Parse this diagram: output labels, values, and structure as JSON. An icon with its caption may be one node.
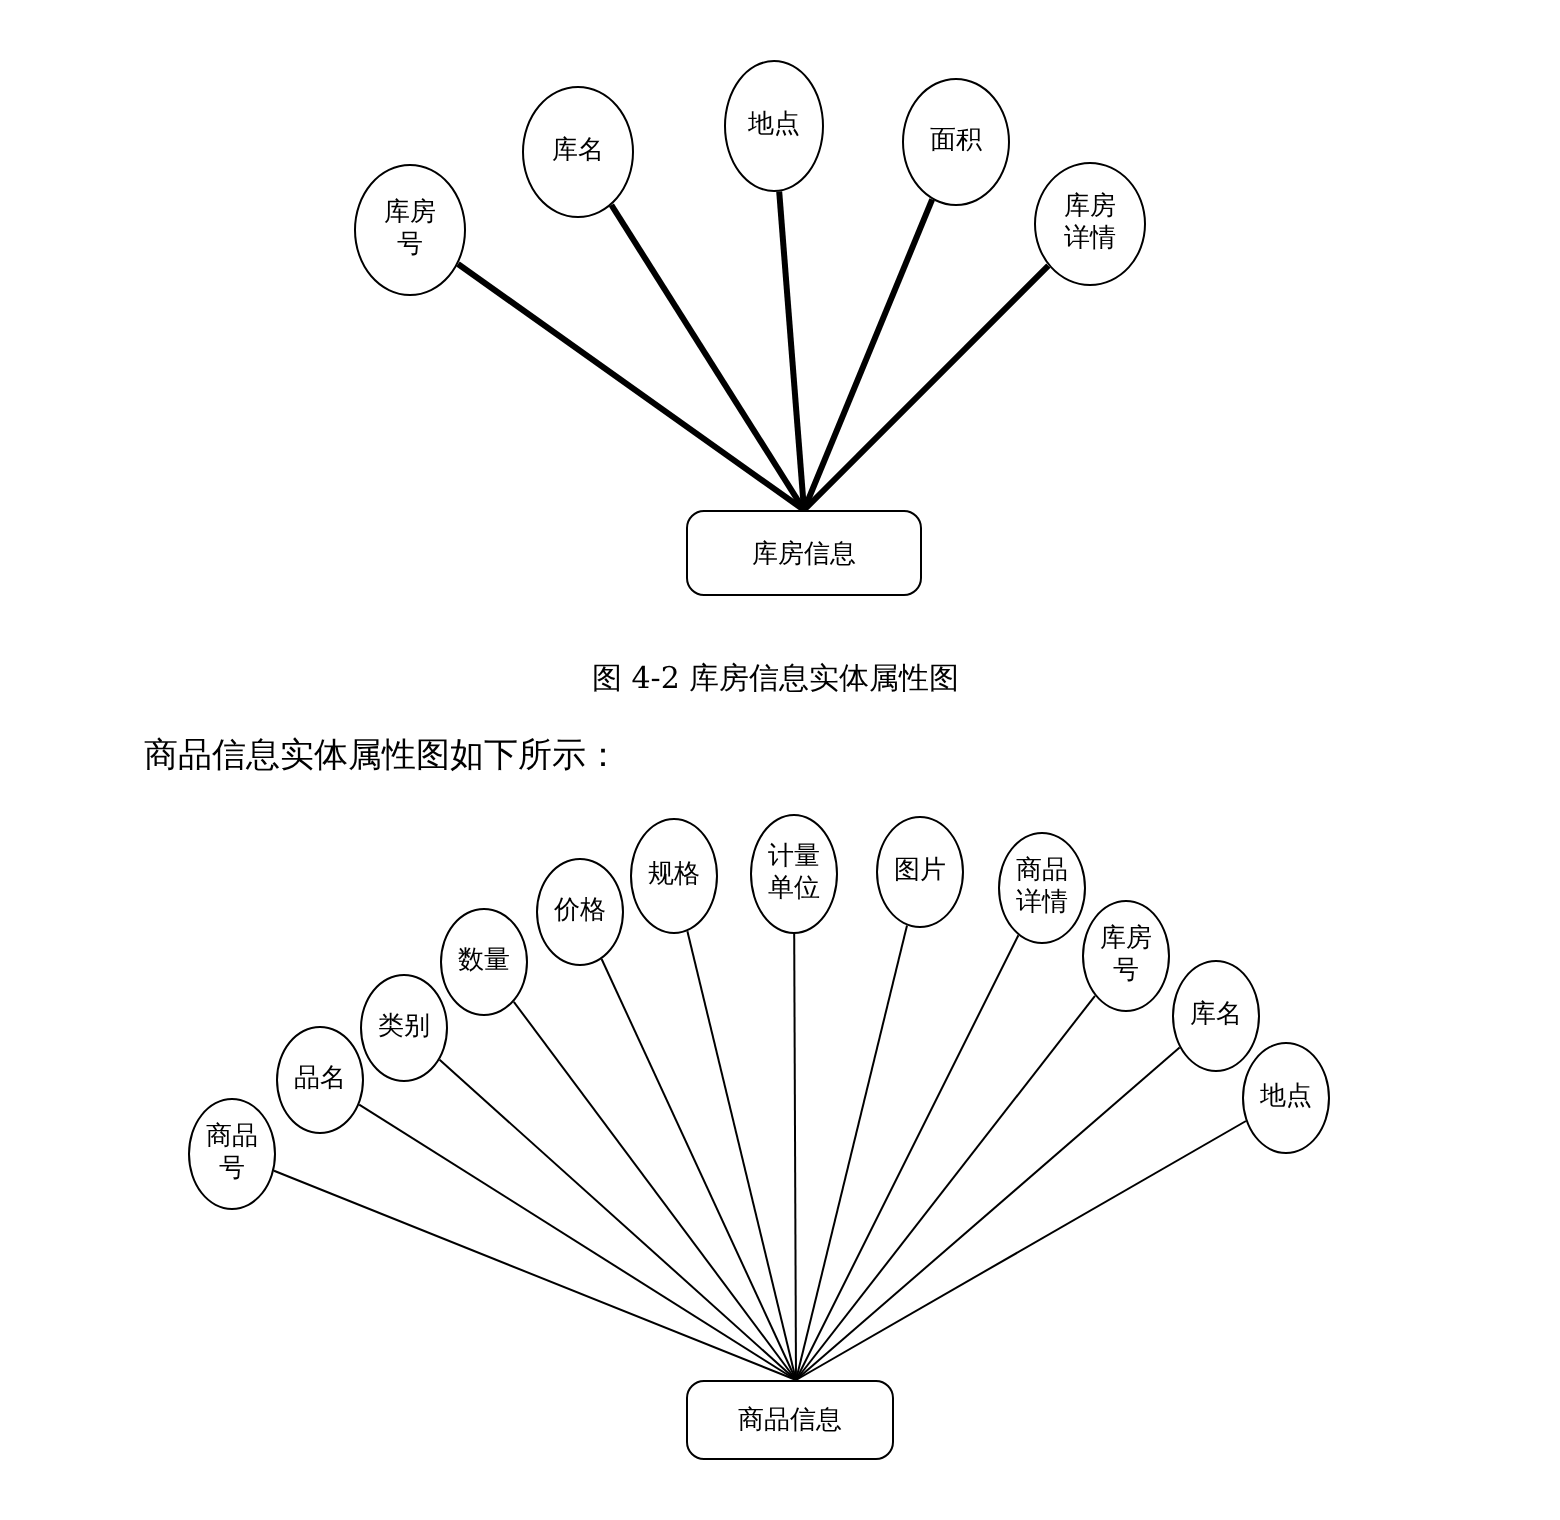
{
  "diagram": {
    "nodes": [
      {
        "text": [
          "库房信息"
        ]
      },
      {
        "text": [
          "库房号"
        ]
      },
      {
        "text": [
          "库名"
        ]
      },
      {
        "text": [
          "地点"
        ]
      },
      {
        "text": [
          "面积"
        ]
      },
      {
        "text": [
          "库房详情"
        ]
      },
      {
        "text": [
          "商品信息"
        ]
      },
      {
        "text": [
          "商品号"
        ]
      },
      {
        "text": [
          "品名"
        ]
      },
      {
        "text": [
          "类别"
        ]
      },
      {
        "text": [
          "数量"
        ]
      },
      {
        "text": [
          "价格"
        ]
      },
      {
        "text": [
          "规格"
        ]
      },
      {
        "text": [
          "计量单位"
        ]
      },
      {
        "text": [
          "图片"
        ]
      },
      {
        "text": [
          "商品详情"
        ]
      },
      {
        "text": [
          "库房号"
        ]
      },
      {
        "text": [
          "库名"
        ]
      },
      {
        "text": [
          "地点"
        ]
      }
    ],
    "edges": [
      {
        "from": 1,
        "to": 0,
        "arrow": "none",
        "style": "thick"
      },
      {
        "from": 2,
        "to": 0,
        "arrow": "none",
        "style": "thick"
      },
      {
        "from": 3,
        "to": 0,
        "arrow": "none",
        "style": "thick"
      },
      {
        "from": 4,
        "to": 0,
        "arrow": "none",
        "style": "thick"
      },
      {
        "from": 5,
        "to": 0,
        "arrow": "none",
        "style": "thick"
      },
      {
        "from": 7,
        "to": 6,
        "arrow": "none"
      },
      {
        "from": 8,
        "to": 6,
        "arrow": "none"
      },
      {
        "from": 9,
        "to": 6,
        "arrow": "none"
      },
      {
        "from": 10,
        "to": 6,
        "arrow": "none"
      },
      {
        "from": 11,
        "to": 6,
        "arrow": "none"
      },
      {
        "from": 12,
        "to": 6,
        "arrow": "none"
      },
      {
        "from": 13,
        "to": 6,
        "arrow": "none"
      },
      {
        "from": 14,
        "to": 6,
        "arrow": "none"
      },
      {
        "from": 15,
        "to": 6,
        "arrow": "none"
      },
      {
        "from": 16,
        "to": 6,
        "arrow": "none"
      },
      {
        "from": 17,
        "to": 6,
        "arrow": "none"
      },
      {
        "from": 18,
        "to": 6,
        "arrow": "none"
      }
    ],
    "labels": [
      "图 4-2 库房信息实体属性图",
      "商品信息实体属性图如下所示："
    ]
  }
}
